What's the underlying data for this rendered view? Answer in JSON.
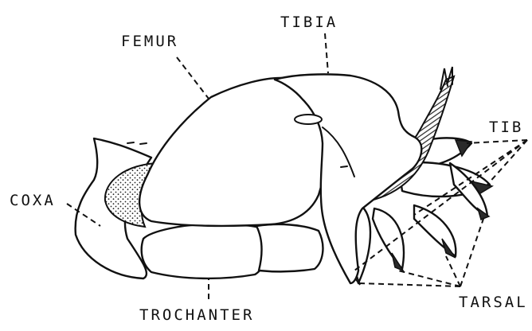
{
  "labels": {
    "tibia_top": "TIBIA",
    "femur": "FEMUR",
    "coxa": "COXA",
    "tibia_right": "TIB",
    "trochanter": "TROCHANTER",
    "tarsal": "TARSAL"
  }
}
